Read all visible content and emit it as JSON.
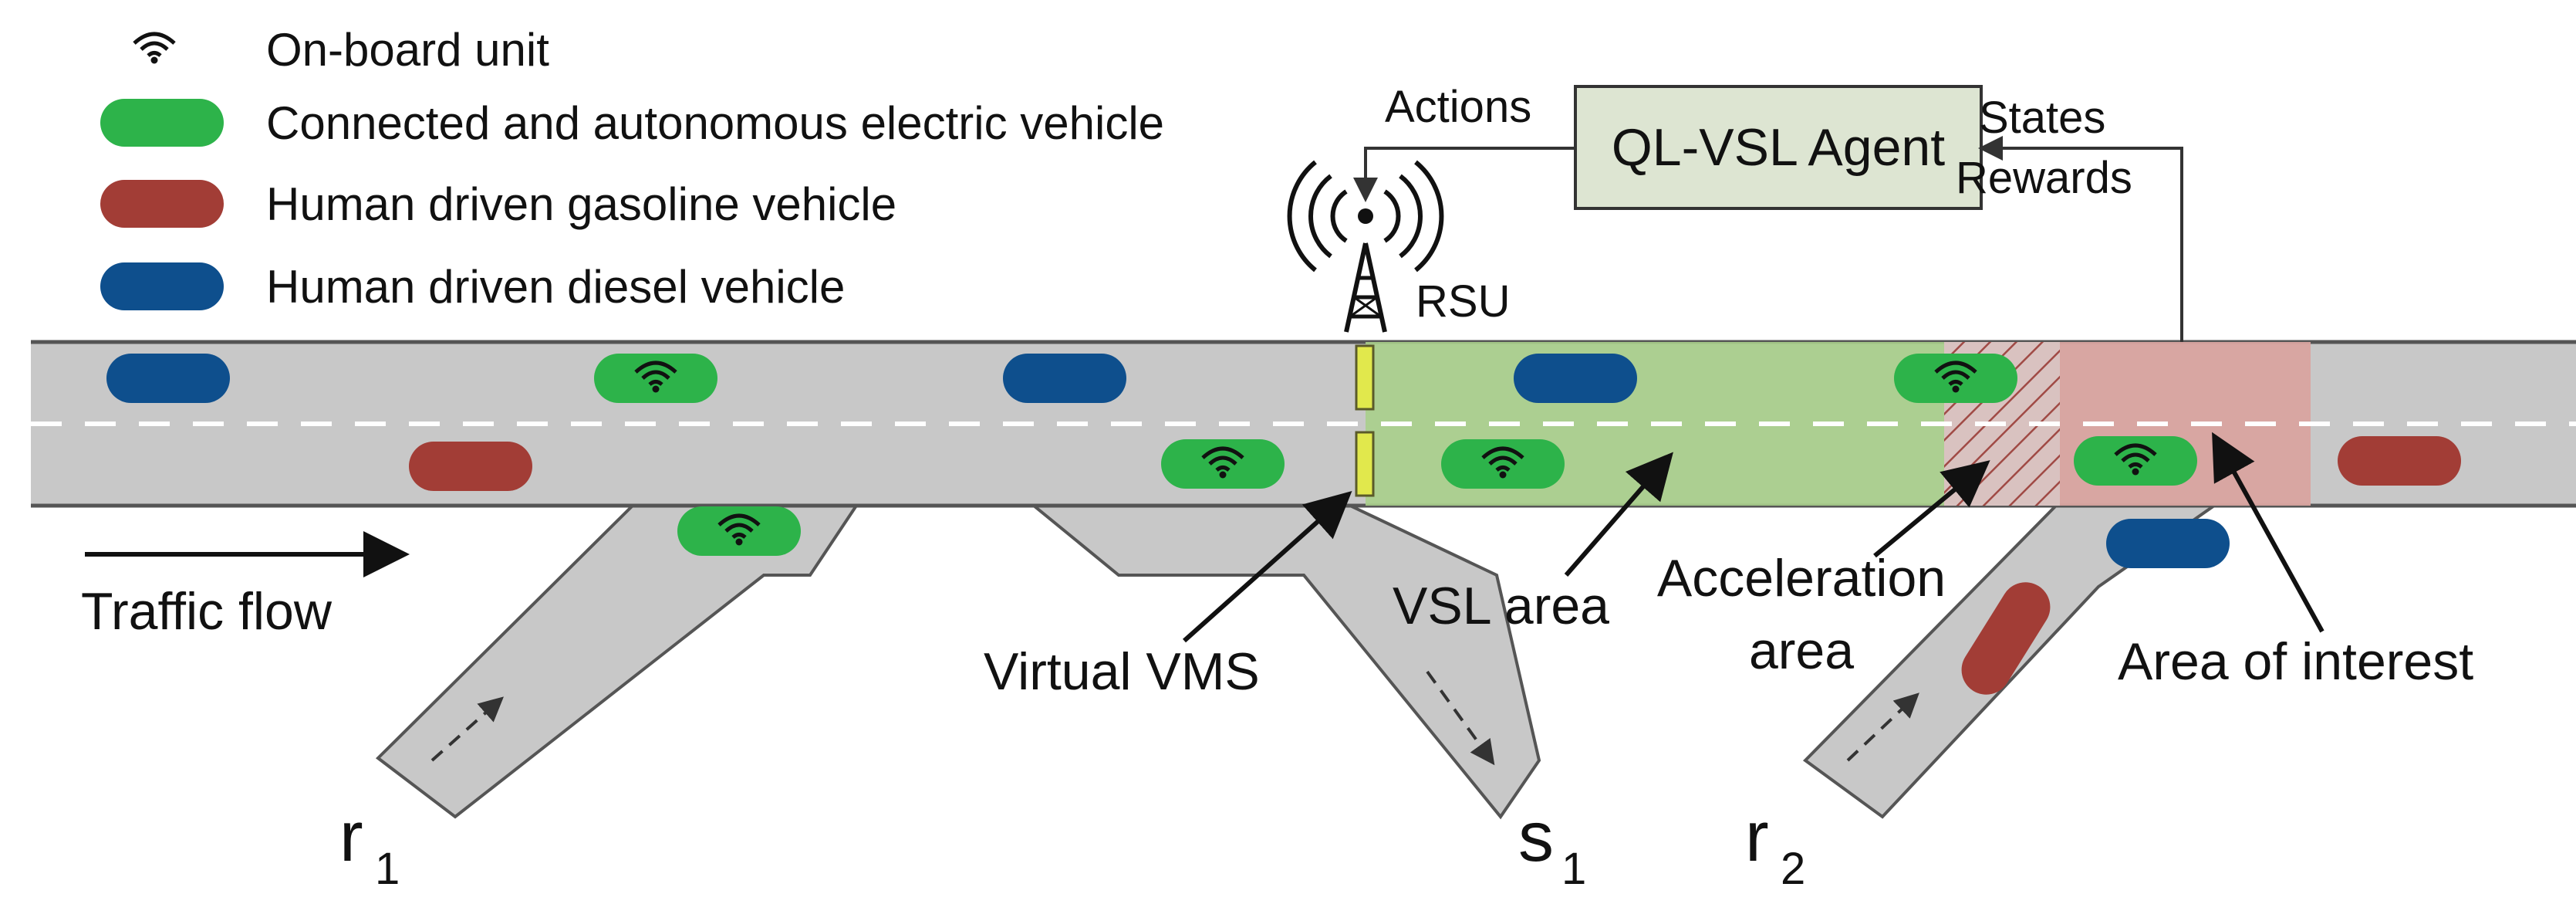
{
  "legend": {
    "obu_label": "On-board unit",
    "caev_label": "Connected and autonomous electric vehicle",
    "hgv_label": "Human driven gasoline vehicle",
    "hdv_label": "Human driven diesel vehicle"
  },
  "agent": {
    "label": "QL-VSL Agent",
    "actions": "Actions",
    "states": "States",
    "rewards": "Rewards"
  },
  "rsu": {
    "label": "RSU"
  },
  "annotations": {
    "traffic_flow": "Traffic flow",
    "virtual_vms": "Virtual VMS",
    "vsl_area": "VSL area",
    "acceleration_line1": "Acceleration",
    "acceleration_line2": "area",
    "area_of_interest": "Area of interest"
  },
  "ramps": {
    "r1": {
      "letter": "r",
      "sub": "1"
    },
    "s1": {
      "letter": "s",
      "sub": "1"
    },
    "r2": {
      "letter": "r",
      "sub": "2"
    }
  },
  "colors": {
    "road": "#c8c8c8",
    "road_edge": "#555555",
    "caev": "#2db34a",
    "gasoline": "#a23d36",
    "diesel": "#0e4f8d",
    "vsl_area": "#a9cf8b",
    "area_of_interest": "#d9a4a0",
    "agent_box": "#dde5d2",
    "vms": "#e1e84c"
  }
}
